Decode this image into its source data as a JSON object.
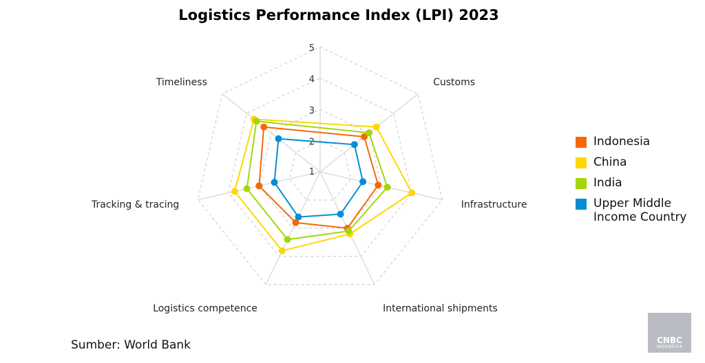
{
  "chart_data": {
    "type": "radar",
    "title": "Logistics Performance Index (LPI) 2023",
    "axes": [
      "Customs",
      "Infrastructure",
      "International shipments",
      "Logistics competence",
      "Tracking & tracing",
      "Timeliness"
    ],
    "ticks": [
      1,
      2,
      3,
      4,
      5
    ],
    "range": [
      1,
      5
    ],
    "grid": true,
    "legend_position": "right",
    "series": [
      {
        "name": "Indonesia",
        "color": "#F76808",
        "values": [
          2.8,
          2.9,
          3.0,
          2.8,
          3.0,
          3.3
        ]
      },
      {
        "name": "China",
        "color": "#FFD700",
        "values": [
          3.3,
          4.0,
          3.2,
          3.8,
          3.8,
          3.7
        ]
      },
      {
        "name": "India",
        "color": "#A6D609",
        "values": [
          3.0,
          3.2,
          3.1,
          3.4,
          3.4,
          3.6
        ]
      },
      {
        "name": "Upper Middle Income Country",
        "color": "#078DD3",
        "values": [
          2.4,
          2.4,
          2.5,
          2.6,
          2.5,
          2.7
        ]
      }
    ]
  },
  "source": "Sumber: World Bank",
  "logo": {
    "text": "CNBC",
    "sub": "INDONESIA"
  }
}
